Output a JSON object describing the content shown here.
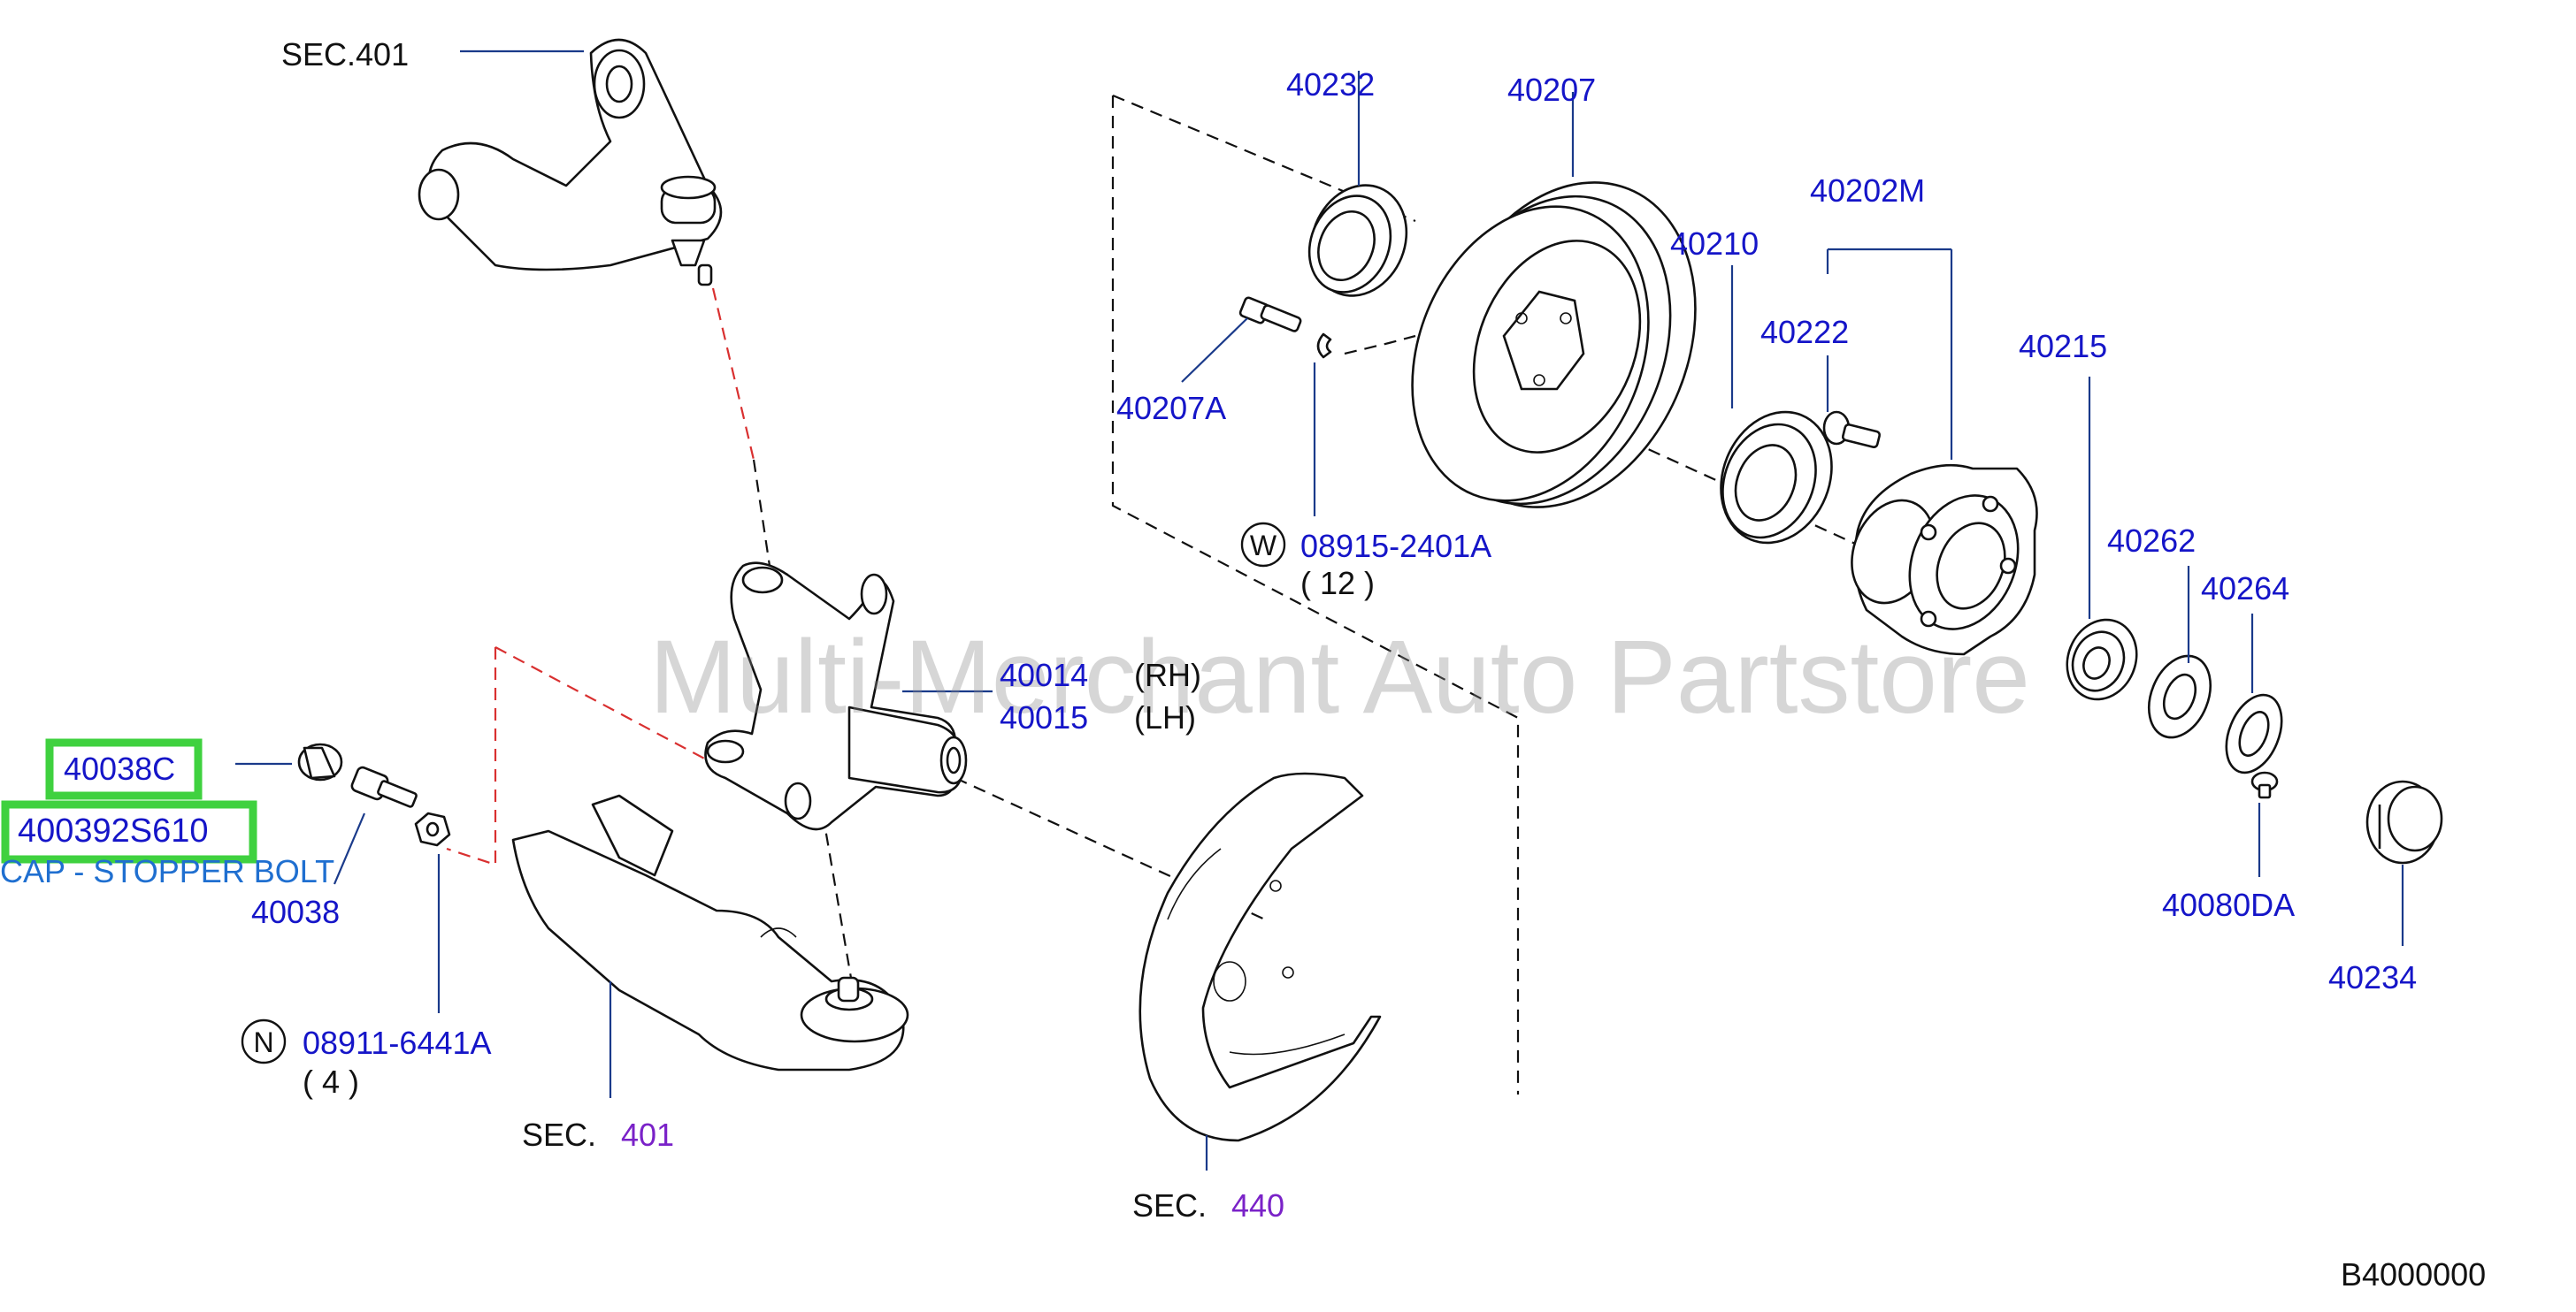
{
  "labels": {
    "sec401_top": "SEC.401",
    "p40232": "40232",
    "p40207": "40207",
    "p40202m": "40202M",
    "p40210": "40210",
    "p40222": "40222",
    "p40215": "40215",
    "p40207a": "40207A",
    "w_symbol": "W",
    "p08915": "08915-2401A",
    "qty12": "( 12 )",
    "p40262": "40262",
    "p40264": "40264",
    "p40014": "40014",
    "rh": "(RH)",
    "p40015": "40015",
    "lh": "(LH)",
    "p40038c": "40038C",
    "p400392": "400392S610",
    "cap_desc": "CAP - STOPPER BOLT",
    "p40038": "40038",
    "n_symbol": "N",
    "p08911": "08911-6441A",
    "qty4": "( 4 )",
    "p40080da": "40080DA",
    "p40234": "40234",
    "sec_bottom_prefix": "SEC.",
    "sec_bottom_num": "401",
    "sec440_prefix": "SEC.",
    "sec440_num": "440",
    "diagram_code": "B4000000"
  },
  "watermark": "Multi-Merchant Auto Partstore",
  "colors": {
    "part_number": "#1515c8",
    "section_number": "#7a22c8",
    "highlight": "#3fd13f",
    "description": "#1f6fd0",
    "red_dash": "#d93030"
  }
}
